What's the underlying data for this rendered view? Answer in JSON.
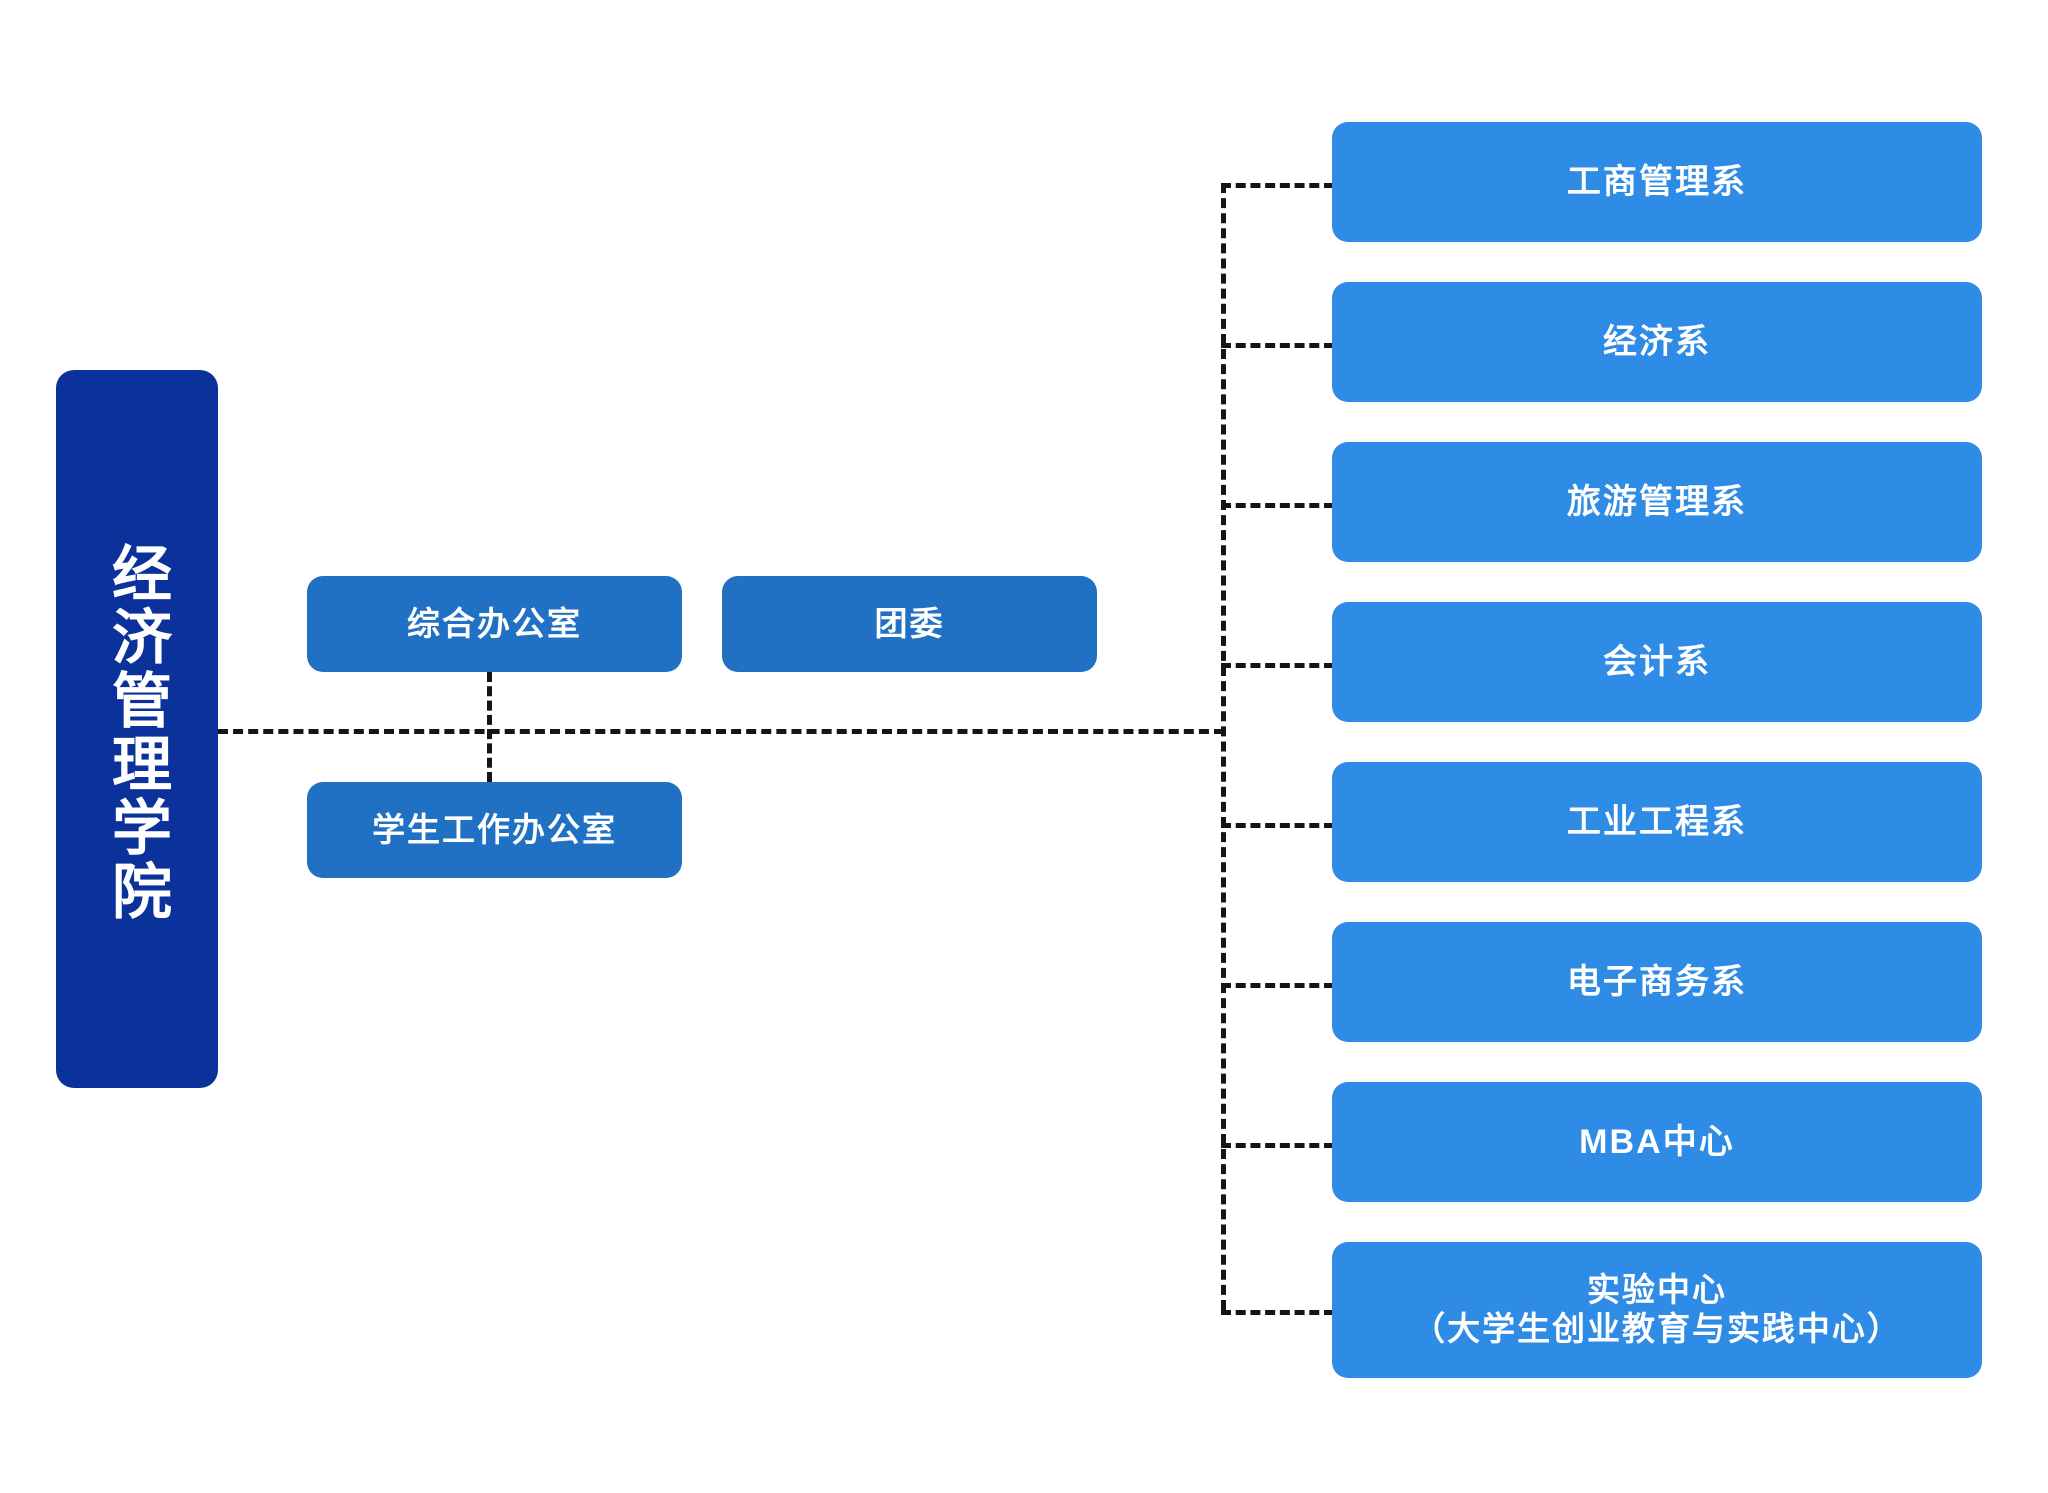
{
  "chart_data": {
    "type": "diagram",
    "diagram_kind": "organization-chart",
    "orientation": "horizontal",
    "root": {
      "label": "经济管理学院",
      "color": "#0B319B",
      "text_orientation": "vertical"
    },
    "branches": [
      {
        "group": "administrative",
        "color": "#2071C4",
        "nodes": [
          "综合办公室",
          "团委",
          "学生工作办公室"
        ]
      },
      {
        "group": "departments",
        "color": "#2E8BE6",
        "nodes": [
          "工商管理系",
          "经济系",
          "旅游管理系",
          "会计系",
          "工业工程系",
          "电子商务系",
          "MBA中心",
          "实验中心（大学生创业教育与实践中心）"
        ]
      }
    ],
    "connector_style": "dashed",
    "connector_color": "#151515",
    "background": "#ffffff"
  },
  "colors": {
    "root": "#0B319B",
    "admin": "#2071C4",
    "department": "#2E8BE6",
    "connector": "#151515",
    "background": "#ffffff",
    "node_text": "#ffffff"
  },
  "root": {
    "label": "经济管理学院"
  },
  "admin": {
    "office": "综合办公室",
    "league": "团委",
    "student_affairs": "学生工作办公室"
  },
  "departments": [
    {
      "label": "工商管理系"
    },
    {
      "label": "经济系"
    },
    {
      "label": "旅游管理系"
    },
    {
      "label": "会计系"
    },
    {
      "label": "工业工程系"
    },
    {
      "label": "电子商务系"
    },
    {
      "label": "MBA中心"
    },
    {
      "label": "实验中心",
      "line1": "实验中心",
      "line2": "（大学生创业教育与实践中心）"
    }
  ]
}
